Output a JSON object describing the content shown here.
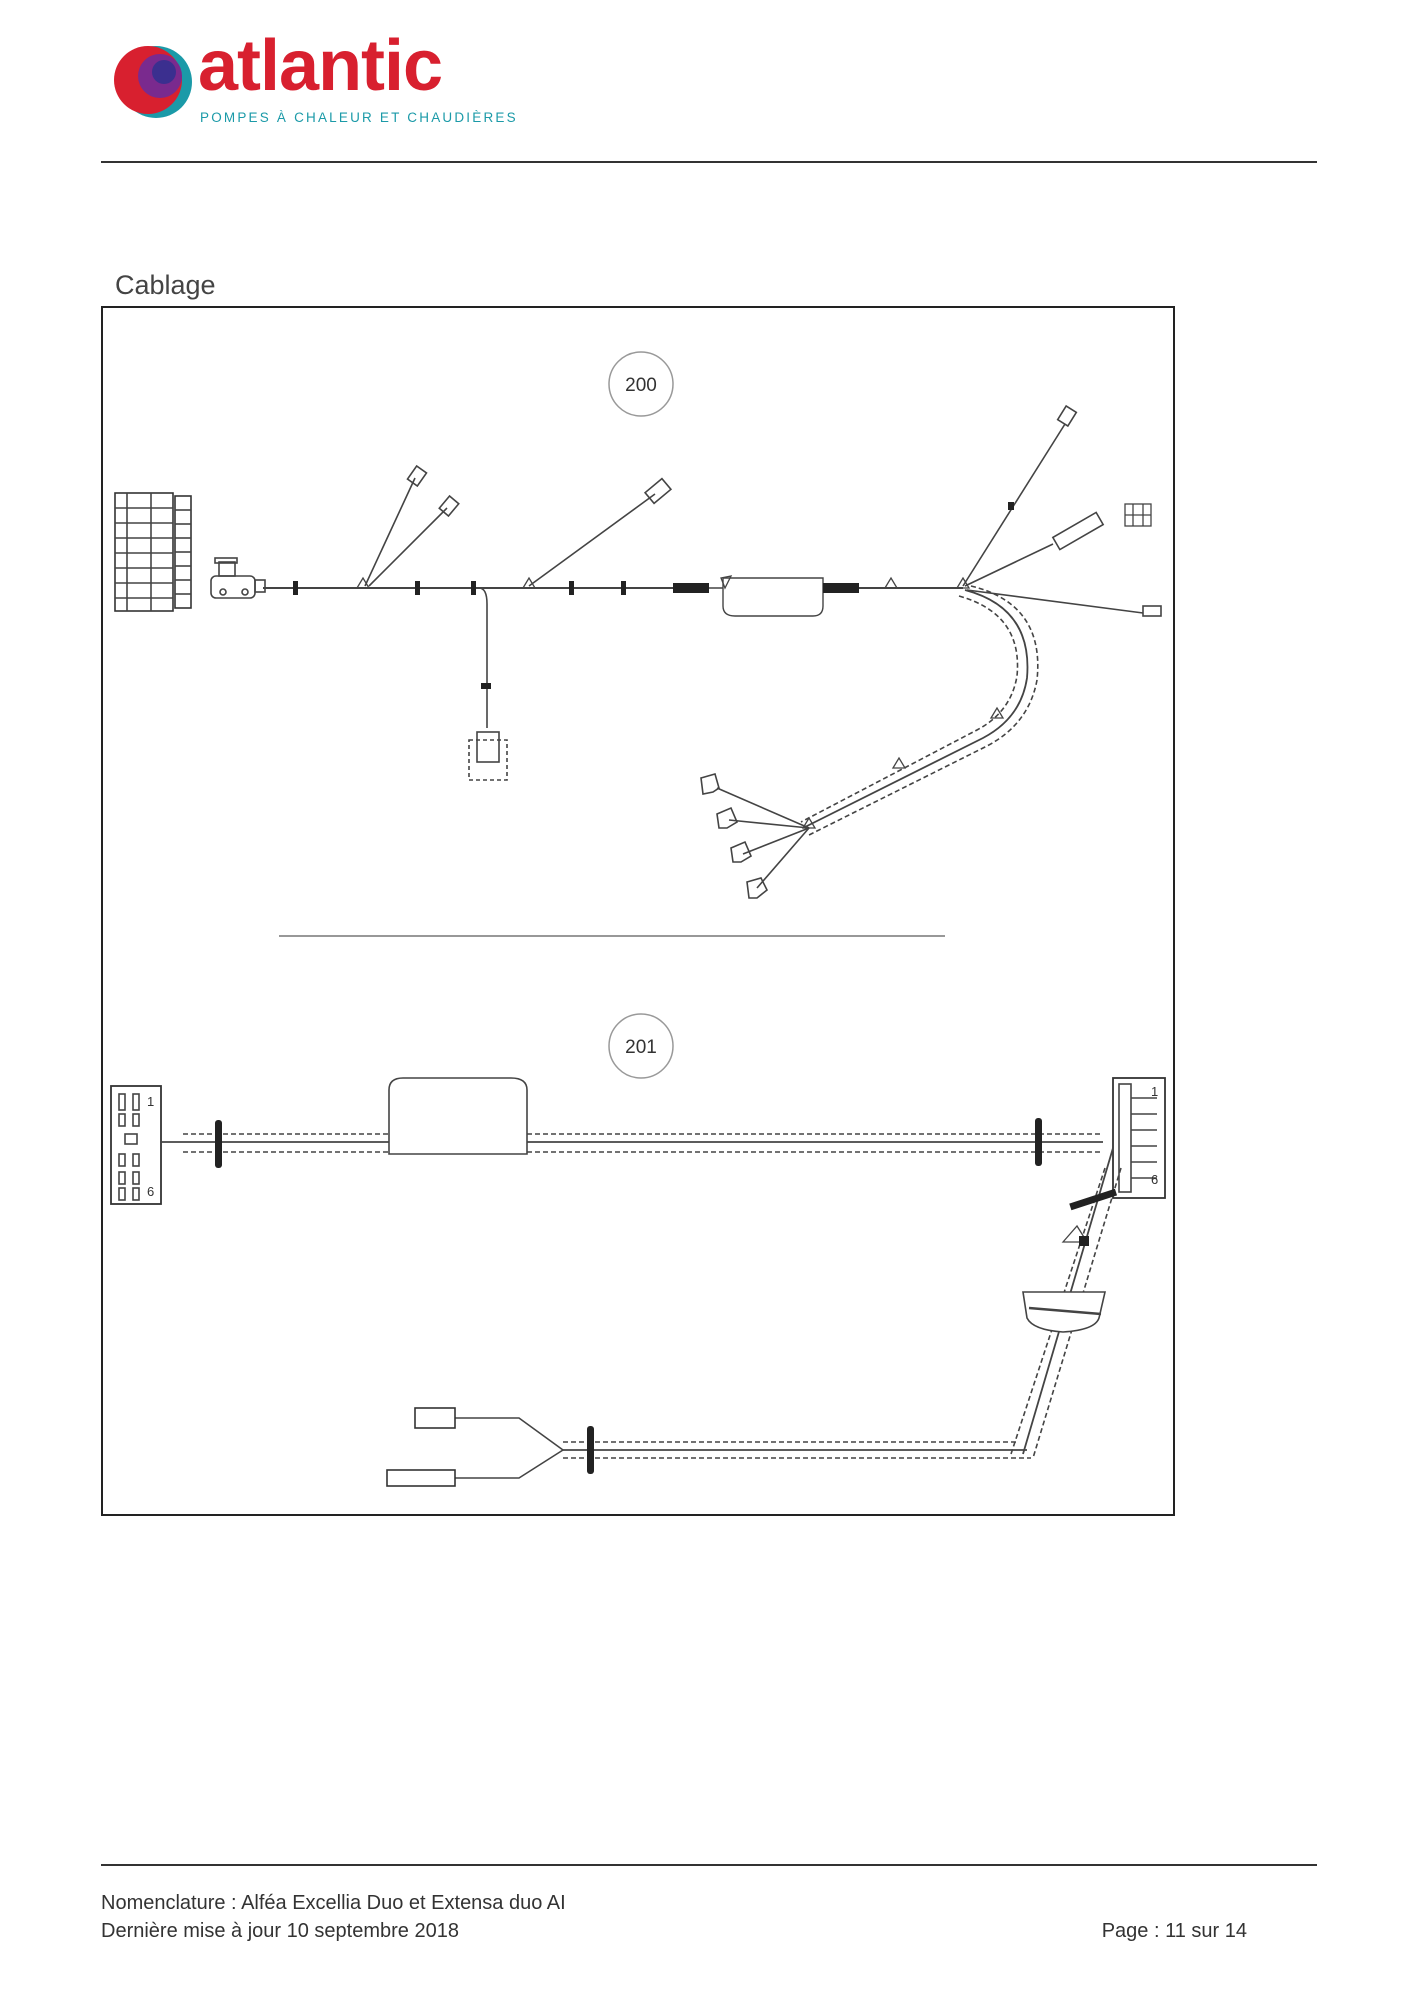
{
  "header": {
    "brand": "atlantic",
    "tagline": "POMPES À CHALEUR ET CHAUDIÈRES"
  },
  "section": {
    "title": "Cablage"
  },
  "diagram": {
    "ref_top": "200",
    "ref_bottom": "201",
    "pin_1": "1",
    "pin_6": "6"
  },
  "footer": {
    "nomenclature": "Nomenclature : Alféa Excellia Duo et Extensa duo AI",
    "updated": "Dernière mise à jour 10 septembre 2018",
    "page": "Page : 11 sur 14"
  }
}
